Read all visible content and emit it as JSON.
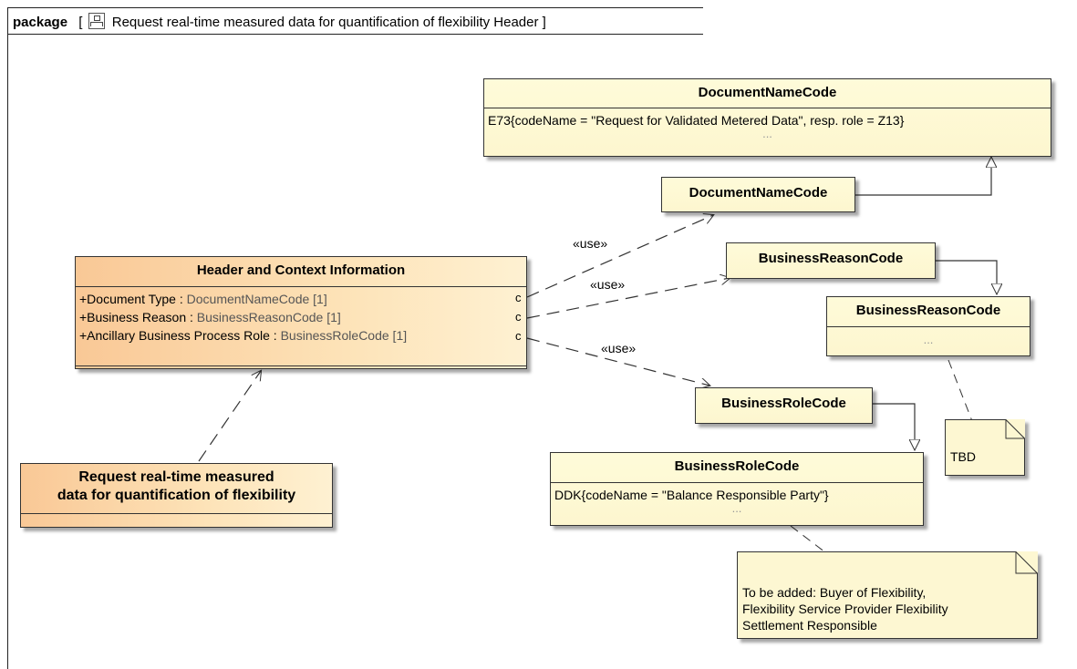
{
  "frame": {
    "keyword": "package",
    "open_bracket": "[",
    "name": "Request real-time measured data for quantification of flexibility Header",
    "close_bracket": "]"
  },
  "header_class": {
    "title": "Header and Context Information",
    "attributes": [
      {
        "name": "+Document Type : ",
        "type": "DocumentNameCode [1]"
      },
      {
        "name": "+Business Reason : ",
        "type": "BusinessReasonCode [1]"
      },
      {
        "name": "+Ancillary Business Process Role : ",
        "type": "BusinessRoleCode [1]"
      }
    ]
  },
  "request_class": {
    "title_line1": "Request real-time measured",
    "title_line2": "data for quantification of flexibility"
  },
  "doc_name_enum": {
    "title": "DocumentNameCode",
    "literal": "E73{codeName = \"Request for Validated Metered Data\", resp. role = Z13}",
    "more": "..."
  },
  "doc_name_code": {
    "title": "DocumentNameCode"
  },
  "business_reason_code": {
    "title": "BusinessReasonCode"
  },
  "business_reason_enum": {
    "title": "BusinessReasonCode",
    "more": "..."
  },
  "business_role_code": {
    "title": "BusinessRoleCode"
  },
  "business_role_enum": {
    "title": "BusinessRoleCode",
    "literal": "DDK{codeName = \"Balance Responsible Party\"}",
    "more": "..."
  },
  "note_tbd": {
    "text": "TBD"
  },
  "note_roles": {
    "line1": "To be added: Buyer of Flexibility,",
    "line2": "Flexibility Service Provider Flexibility",
    "line3": "Settlement Responsible"
  },
  "use_labels": [
    "«use»",
    "«use»",
    "«use»"
  ],
  "end_marker": "c",
  "colors": {
    "class_fill": "#fdf6cf",
    "header_fill_left": "#f9c896",
    "line": "#333333"
  }
}
